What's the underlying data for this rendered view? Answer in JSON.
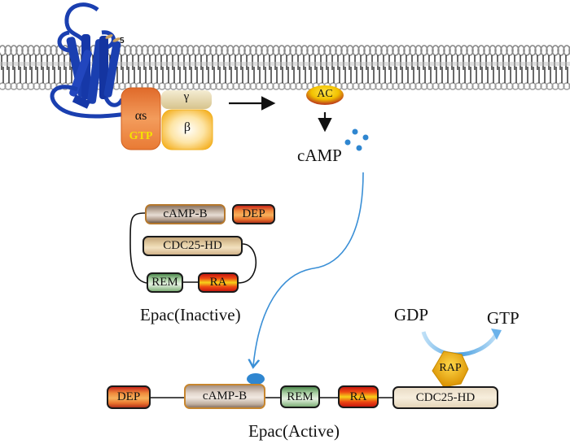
{
  "figure": {
    "title": "cAMP-Epac signaling pathway",
    "receptor": {
      "helix_number_label": "5"
    },
    "g_protein": {
      "alpha_label": "αs",
      "alpha_bound_label": "GTP",
      "gamma_label": "γ",
      "beta_label": "β"
    },
    "adenylyl_cyclase": {
      "label": "AC"
    },
    "second_messenger": {
      "label": "cAMP"
    },
    "epac_inactive": {
      "caption": "Epac(Inactive)",
      "domains": [
        "cAMP-B",
        "DEP",
        "CDC25-HD",
        "REM",
        "RA"
      ]
    },
    "epac_active": {
      "caption": "Epac(Active)",
      "domains": [
        "DEP",
        "cAMP-B",
        "REM",
        "RA",
        "CDC25-HD"
      ]
    },
    "rap": {
      "label": "RAP"
    },
    "exchange": {
      "from_label": "GDP",
      "to_label": "GTP"
    }
  }
}
